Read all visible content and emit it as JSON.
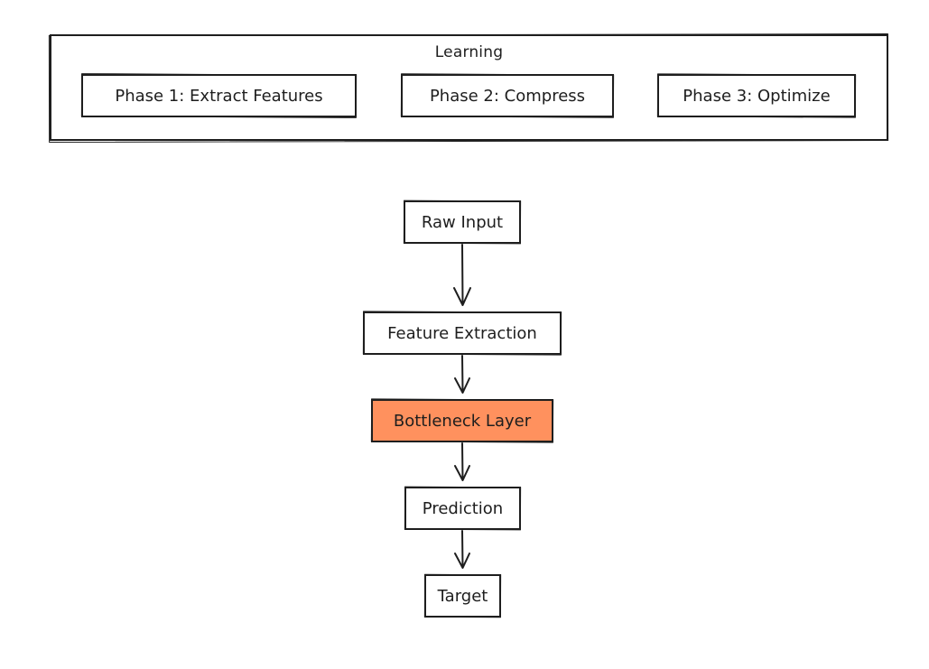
{
  "group": {
    "title": "Learning",
    "phases": [
      "Phase 1: Extract Features",
      "Phase 2: Compress",
      "Phase 3: Optimize"
    ]
  },
  "flow": {
    "nodes": [
      "Raw Input",
      "Feature Extraction",
      "Bottleneck Layer",
      "Prediction",
      "Target"
    ],
    "highlight_color": "#ff915e",
    "edges": [
      [
        "Raw Input",
        "Feature Extraction"
      ],
      [
        "Feature Extraction",
        "Bottleneck Layer"
      ],
      [
        "Bottleneck Layer",
        "Prediction"
      ],
      [
        "Prediction",
        "Target"
      ]
    ]
  }
}
